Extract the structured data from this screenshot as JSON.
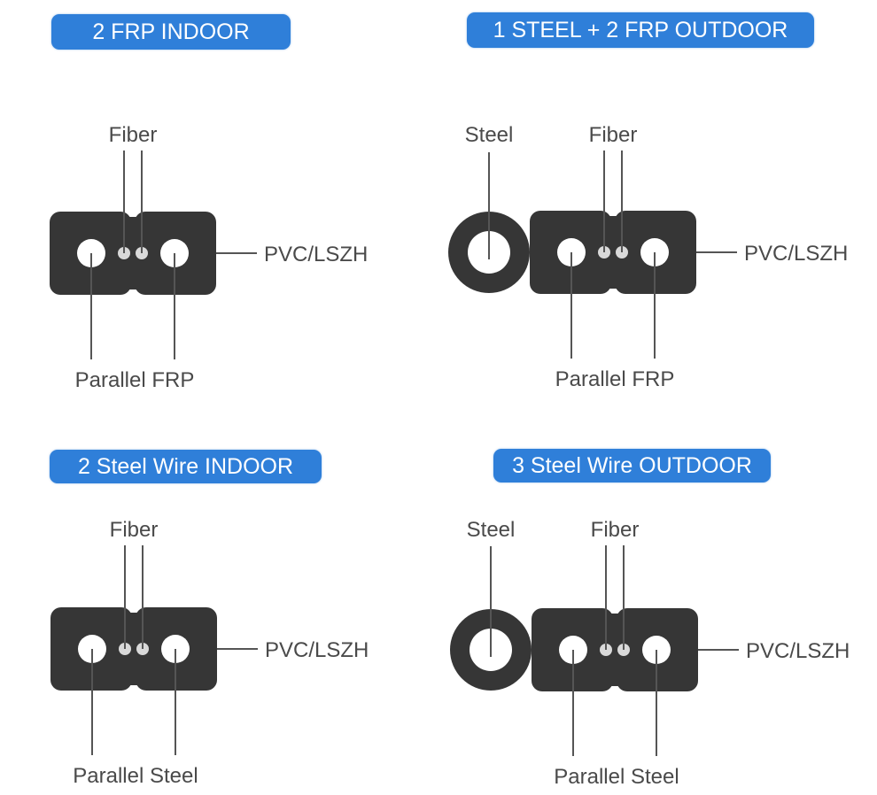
{
  "panels": [
    {
      "title": "2 FRP INDOOR",
      "has_outer_steel": false,
      "labels": {
        "steel": "",
        "fiber": "Fiber",
        "sheath": "PVC/LSZH",
        "strength_member": "Parallel FRP"
      }
    },
    {
      "title": "1 STEEL + 2 FRP OUTDOOR",
      "has_outer_steel": true,
      "labels": {
        "steel": "Steel",
        "fiber": "Fiber",
        "sheath": "PVC/LSZH",
        "strength_member": "Parallel FRP"
      }
    },
    {
      "title": "2 Steel Wire INDOOR",
      "has_outer_steel": false,
      "labels": {
        "steel": "",
        "fiber": "Fiber",
        "sheath": "PVC/LSZH",
        "strength_member": "Parallel Steel"
      }
    },
    {
      "title": "3 Steel Wire OUTDOOR",
      "has_outer_steel": true,
      "labels": {
        "steel": "Steel",
        "fiber": "Fiber",
        "sheath": "PVC/LSZH",
        "strength_member": "Parallel Steel"
      }
    }
  ],
  "colors": {
    "title_bg": "#2f7fd9",
    "title_text": "#ffffff",
    "cable_body": "#363636",
    "strength_member": "#ffffff",
    "fiber": "#d9d9d9",
    "leader_line": "#555555",
    "label_text": "#4a4a4a"
  }
}
